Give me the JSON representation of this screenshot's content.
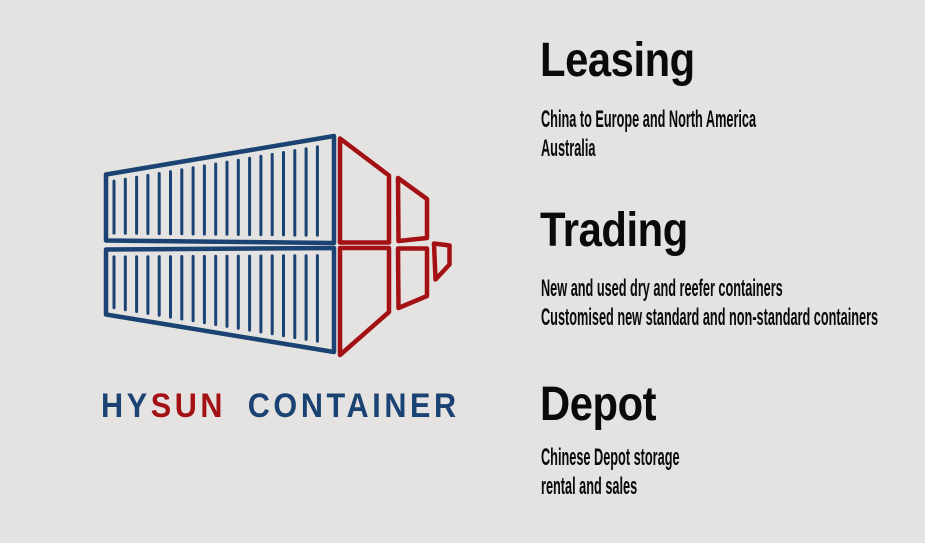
{
  "colors": {
    "background": "#e4e3e1",
    "navy": "#1a4273",
    "red": "#a41114",
    "text": "#0a0a0a"
  },
  "logo": {
    "icon": "stacked-shipping-containers-perspective",
    "wordmark": {
      "hy": "HY",
      "sun": "SUN",
      "container": "CONTAINER"
    }
  },
  "sections": [
    {
      "title": "Leasing",
      "lines": [
        "China to Europe and North America",
        "Australia"
      ]
    },
    {
      "title": "Trading",
      "lines": [
        "New and used dry and reefer containers",
        "Customised new standard and non-standard containers"
      ]
    },
    {
      "title": "Depot",
      "lines": [
        "Chinese Depot storage",
        "rental and sales"
      ]
    }
  ]
}
